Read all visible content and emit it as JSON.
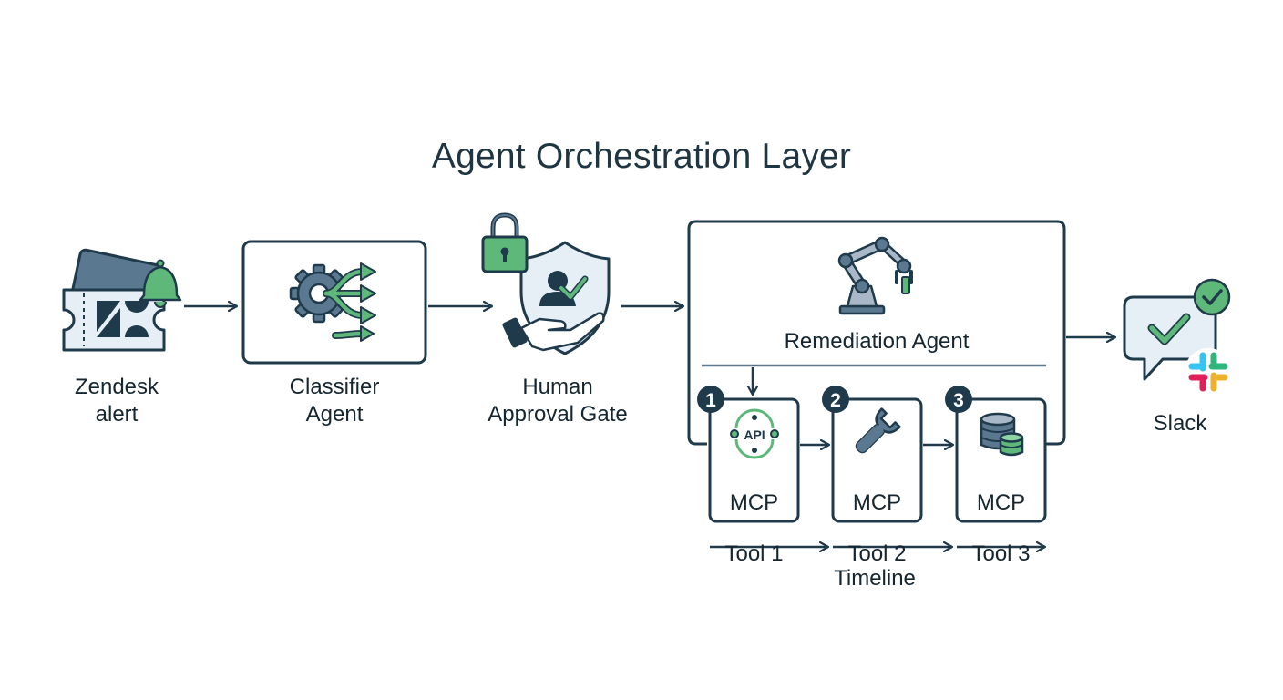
{
  "diagram": {
    "title": "Agent Orchestration Layer",
    "nodes": {
      "zendesk": {
        "label": "Zendesk\nalert",
        "icon": "zendesk-ticket-bell-icon"
      },
      "classifier": {
        "label": "Classifier\nAgent",
        "icon": "gear-branching-arrows-icon"
      },
      "approval": {
        "label": "Human\nApproval Gate",
        "icon": "lock-shield-hand-icon"
      },
      "remediation": {
        "label": "Remediation Agent",
        "icon": "robot-arm-icon"
      },
      "slack": {
        "label": "Slack",
        "icon": "slack-chat-check-icon"
      }
    },
    "tools": [
      {
        "step": "1",
        "line1": "MCP",
        "line2": "Tool 1",
        "icon": "api-icon"
      },
      {
        "step": "2",
        "line1": "MCP",
        "line2": "Tool 2",
        "icon": "wrench-icon"
      },
      {
        "step": "3",
        "line1": "MCP",
        "line2": "Tool 3",
        "icon": "database-icon"
      }
    ],
    "timeline_label": "Timeline",
    "colors": {
      "stroke": "#1f3a4a",
      "green": "#5db87a",
      "blue_gray": "#5a7890",
      "light_fill": "#e6eef6",
      "slack_blue": "#36c5f0",
      "slack_green": "#2eb67d",
      "slack_red": "#e01e5a",
      "slack_yellow": "#ecb22e"
    }
  }
}
